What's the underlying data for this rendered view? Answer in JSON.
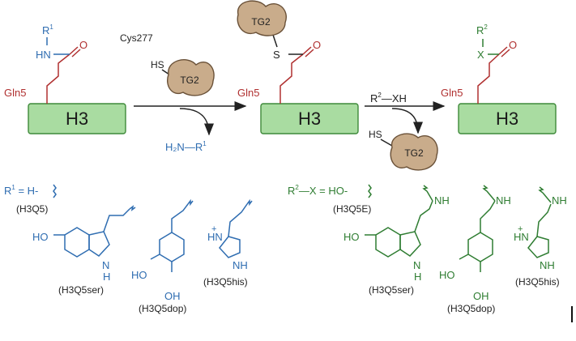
{
  "diagram": {
    "h3_label": "H3",
    "gln5_label": "Gln5",
    "tg2_label": "TG2",
    "cys277_label": "Cys277",
    "hs_label": "HS",
    "s_label": "S",
    "o_label": "O",
    "nh_label": "NH",
    "n_label": "N",
    "h_label": "H",
    "hn_label": "HN",
    "ho_label": "HO",
    "oh_label": "OH",
    "x_label": "X",
    "xh_label": "XH",
    "h2n_label": "H₂N",
    "r1_label": "R",
    "r2_label": "R",
    "sup1": "1",
    "sup2": "2",
    "plus": "+",
    "r1_def": {
      "lhs": "R",
      "sup": "1",
      "eq": " = H-",
      "note": "(H3Q5)"
    },
    "r2_def": {
      "lhs": "R",
      "sup": "2",
      "eq": "—X = HO-",
      "note": "(H3Q5E)"
    },
    "blue_names": [
      "(H3Q5ser)",
      "(H3Q5dop)",
      "(H3Q5his)"
    ],
    "green_names": [
      "(H3Q5ser)",
      "(H3Q5dop)",
      "(H3Q5his)"
    ]
  },
  "colors": {
    "blue": "#2f6db1",
    "green": "#2f7d32",
    "red": "#b03030",
    "h3_fill": "#a9dca1",
    "tg2_fill": "#c9ac8b"
  }
}
